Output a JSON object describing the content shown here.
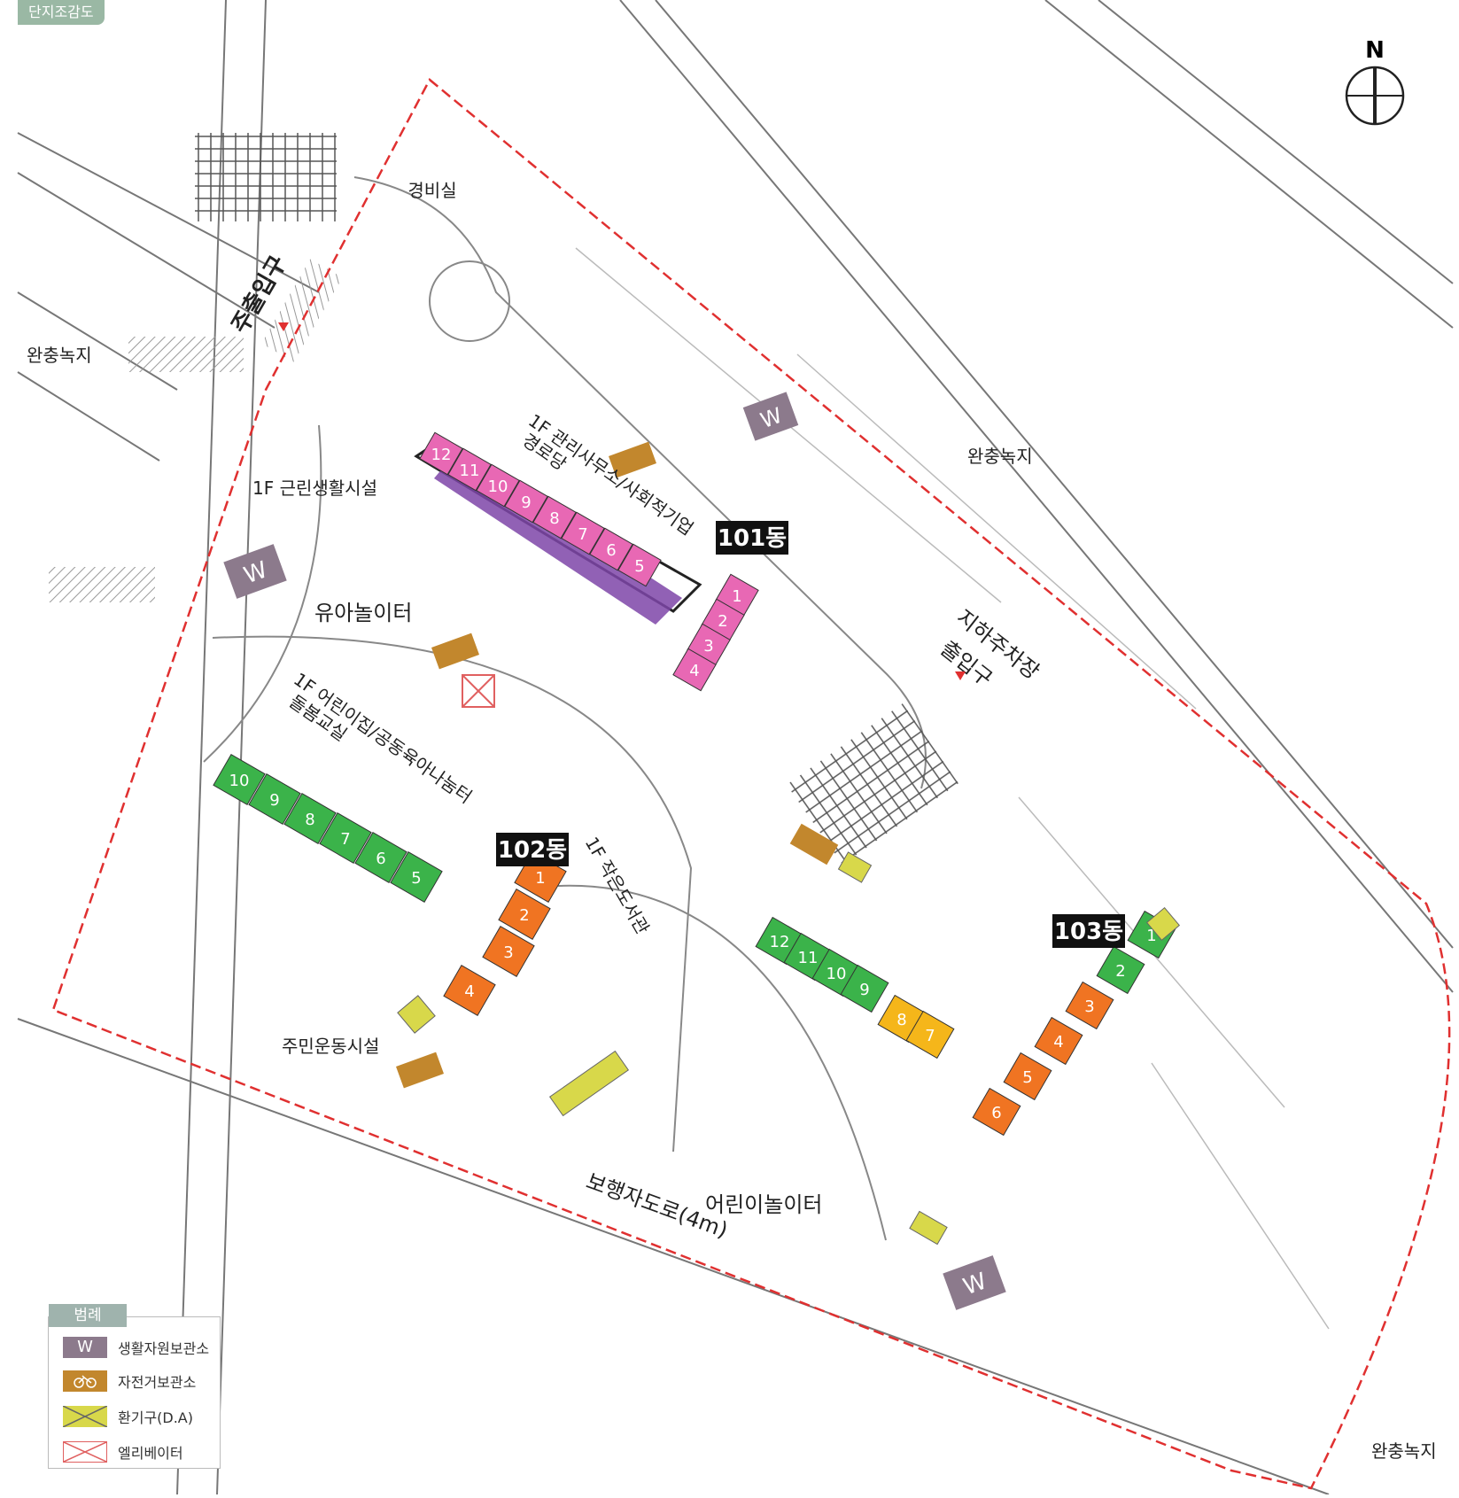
{
  "corner_tag": "단지조감도",
  "compass": "N",
  "buildings": [
    {
      "label": "101동",
      "units": [
        {
          "n": "12",
          "c": "#e868b4"
        },
        {
          "n": "11",
          "c": "#e868b4"
        },
        {
          "n": "10",
          "c": "#e868b4"
        },
        {
          "n": "9",
          "c": "#e868b4"
        },
        {
          "n": "8",
          "c": "#e868b4"
        },
        {
          "n": "7",
          "c": "#e868b4"
        },
        {
          "n": "6",
          "c": "#e868b4"
        },
        {
          "n": "5",
          "c": "#e868b4"
        },
        {
          "n": "1",
          "c": "#e868b4"
        },
        {
          "n": "2",
          "c": "#e868b4"
        },
        {
          "n": "3",
          "c": "#e868b4"
        },
        {
          "n": "4",
          "c": "#e868b4"
        }
      ]
    },
    {
      "label": "102동",
      "units": [
        {
          "n": "10",
          "c": "#3bb34a"
        },
        {
          "n": "9",
          "c": "#3bb34a"
        },
        {
          "n": "8",
          "c": "#3bb34a"
        },
        {
          "n": "7",
          "c": "#3bb34a"
        },
        {
          "n": "6",
          "c": "#3bb34a"
        },
        {
          "n": "5",
          "c": "#3bb34a"
        },
        {
          "n": "1",
          "c": "#f07422"
        },
        {
          "n": "2",
          "c": "#f07422"
        },
        {
          "n": "3",
          "c": "#f07422"
        },
        {
          "n": "4",
          "c": "#f07422"
        }
      ]
    },
    {
      "label": "103동",
      "units": [
        {
          "n": "12",
          "c": "#3bb34a"
        },
        {
          "n": "11",
          "c": "#3bb34a"
        },
        {
          "n": "10",
          "c": "#3bb34a"
        },
        {
          "n": "9",
          "c": "#3bb34a"
        },
        {
          "n": "8",
          "c": "#f5b61a"
        },
        {
          "n": "7",
          "c": "#f5b61a"
        },
        {
          "n": "1",
          "c": "#3bb34a"
        },
        {
          "n": "2",
          "c": "#3bb34a"
        },
        {
          "n": "3",
          "c": "#f07422"
        },
        {
          "n": "4",
          "c": "#f07422"
        },
        {
          "n": "5",
          "c": "#f07422"
        },
        {
          "n": "6",
          "c": "#f07422"
        }
      ]
    }
  ],
  "labels": {
    "security": "경비실",
    "main_entrance": "주출입구",
    "buffer_green": "완충녹지",
    "neighborhood_facility": "1F 근린생활시설",
    "management_office": "1F 관리사무소/사회적기업",
    "senior_center": "경로당",
    "infant_playground": "유아놀이터",
    "daycare": "1F 어린이집/공동육아나눔터",
    "care_room": "돌봄교실",
    "small_library": "1F 작은도서관",
    "fitness": "주민운동시설",
    "kids_playground": "어린이놀이터",
    "parking_entrance_1": "지하주차장",
    "parking_entrance_2": "출입구",
    "bike_road": "보행자도로(4m)",
    "w_mark": "W"
  },
  "legend": {
    "title": "범례",
    "items": [
      {
        "symbol": "W",
        "label": "생활자원보관소",
        "color": "#8c7a8c"
      },
      {
        "symbol": "bicycle-icon",
        "label": "자전거보관소",
        "color": "#c2872d"
      },
      {
        "symbol": "cross-box",
        "label": "환기구(D.A)",
        "color": "#d8d84a"
      },
      {
        "symbol": "cross-box-outline",
        "label": "엘리베이터",
        "color": "#e06060"
      }
    ]
  }
}
